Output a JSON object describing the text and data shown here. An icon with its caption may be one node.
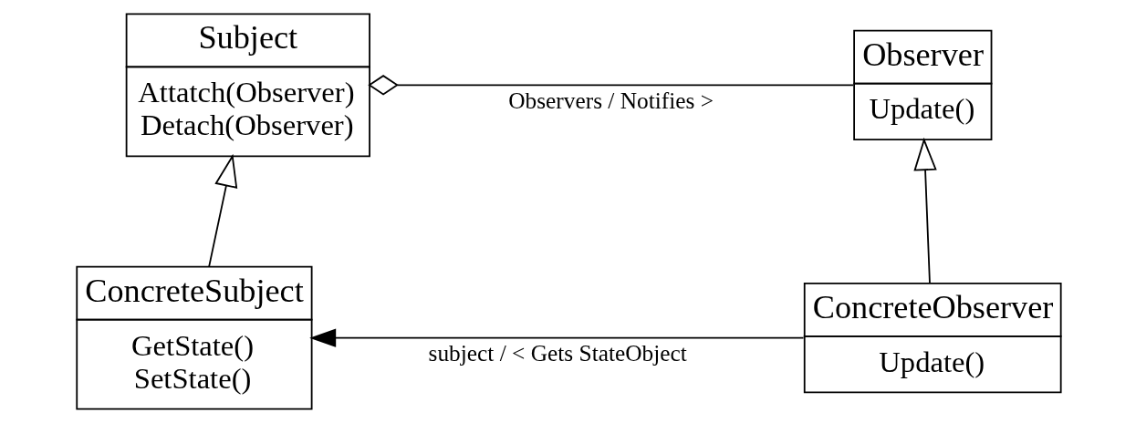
{
  "diagram": {
    "nodes": [
      {
        "text": [
          "Subject",
          "Attatch(Observer)",
          "Detach(Observer)"
        ]
      },
      {
        "text": [
          "Observer",
          "Update()"
        ]
      },
      {
        "text": [
          "ConcreteSubject",
          "GetState()",
          "SetState()"
        ]
      },
      {
        "text": [
          "ConcreteObserver",
          "Update()"
        ]
      }
    ],
    "edges": [
      {
        "from": 0,
        "to": 1,
        "arrow": "other",
        "label": "Observers / Notifies >"
      },
      {
        "from": 2,
        "to": 0,
        "arrow": "to"
      },
      {
        "from": 3,
        "to": 1,
        "arrow": "to"
      },
      {
        "from": 3,
        "to": 2,
        "arrow": "to",
        "label": "subject / < Gets StateObject"
      }
    ]
  }
}
